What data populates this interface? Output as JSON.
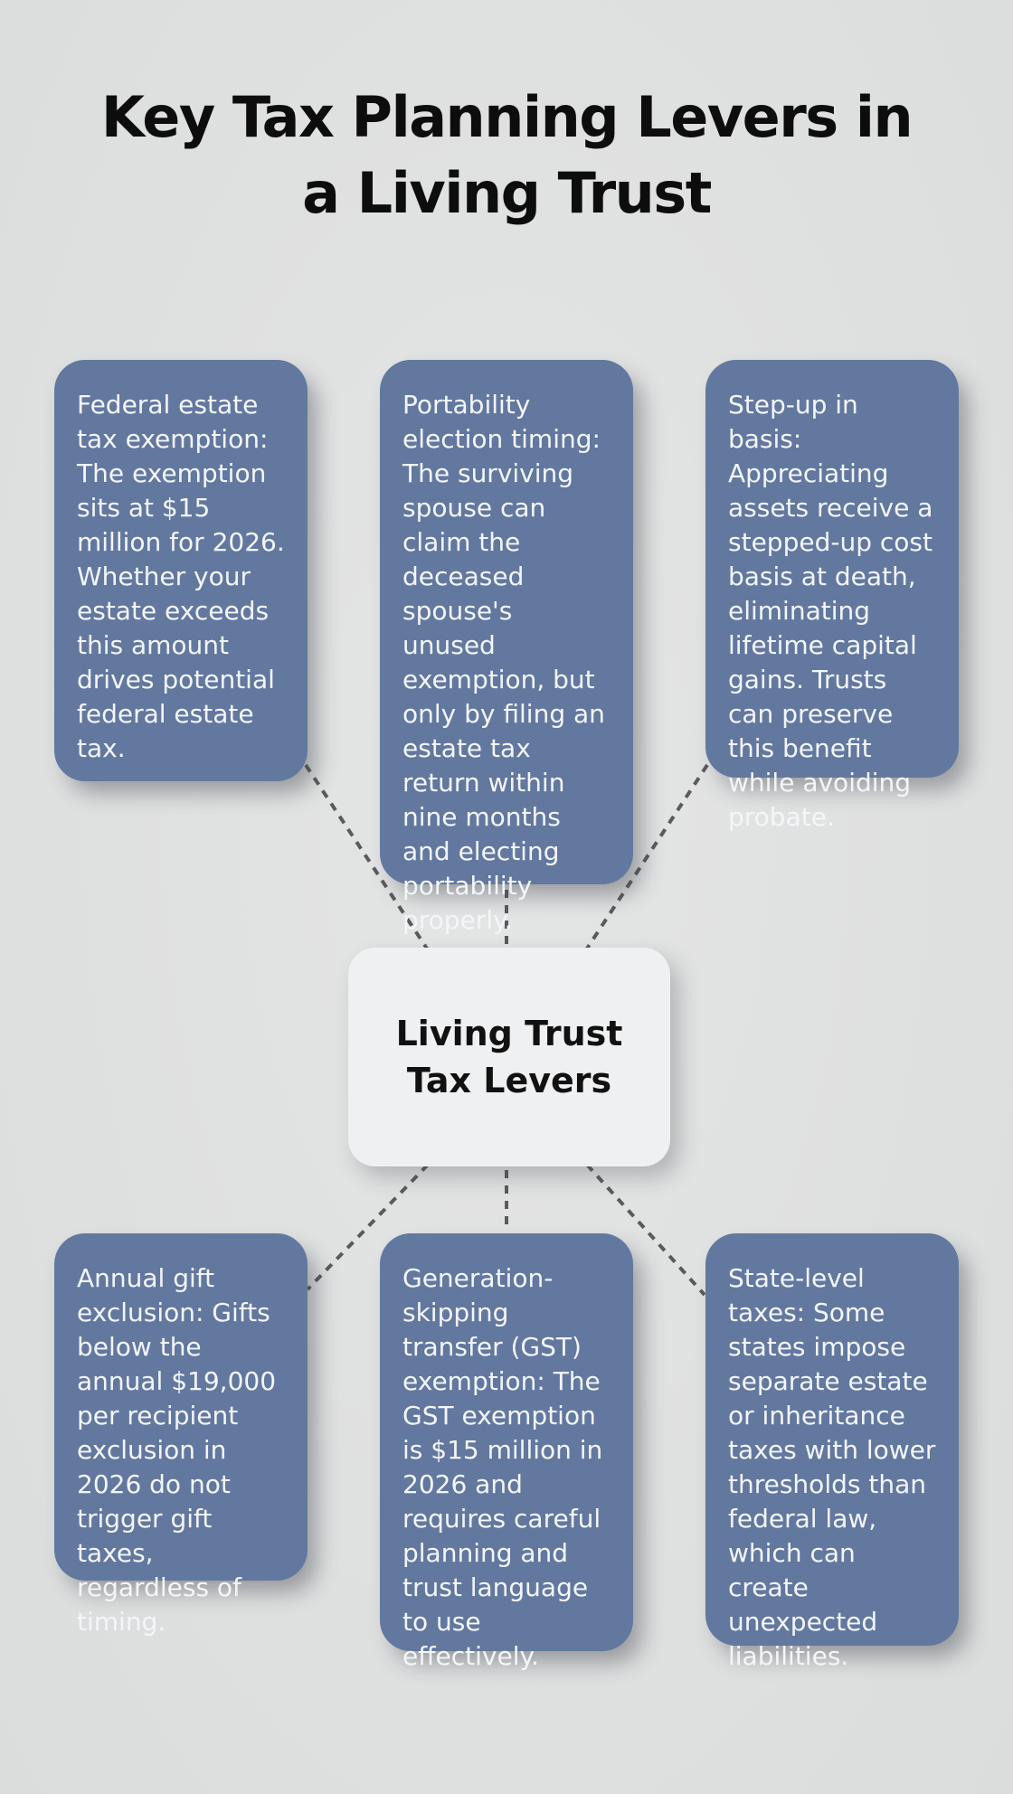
{
  "title": "Key Tax Planning Levers in a Living Trust",
  "center": {
    "label": "Living Trust Tax Levers"
  },
  "nodes": [
    {
      "id": "federal-estate-tax-exemption",
      "text": "Federal estate tax exemption: The exemption sits at $15 million for 2026. Whether your estate exceeds this amount drives potential federal estate tax."
    },
    {
      "id": "portability-election-timing",
      "text": "Portability election timing: The surviving spouse can claim the deceased spouse's unused exemption, but only by filing an estate tax return within nine months and electing portability properly."
    },
    {
      "id": "step-up-in-basis",
      "text": "Step-up in basis: Appreciating assets receive a stepped-up cost basis at death, eliminating lifetime capital gains. Trusts can preserve this benefit while avoiding probate."
    },
    {
      "id": "annual-gift-exclusion",
      "text": "Annual gift exclusion: Gifts below the annual $19,000 per recipient exclusion in 2026 do not trigger gift taxes, regardless of timing."
    },
    {
      "id": "gst-exemption",
      "text": "Generation-skipping transfer (GST) exemption: The GST exemption is $15 million in 2026 and requires careful planning and trust language to use effectively."
    },
    {
      "id": "state-level-taxes",
      "text": "State-level taxes: Some states impose separate estate or inheritance taxes with lower thresholds than federal law, which can create unexpected liabilities."
    }
  ],
  "colors": {
    "background": "#dfe0e0",
    "node_fill": "#63789f",
    "node_text": "#f3f6f9",
    "center_fill": "#eff0f2",
    "center_text": "#111111",
    "title_text": "#0d0d0e",
    "connector": "#5a5a5a"
  }
}
